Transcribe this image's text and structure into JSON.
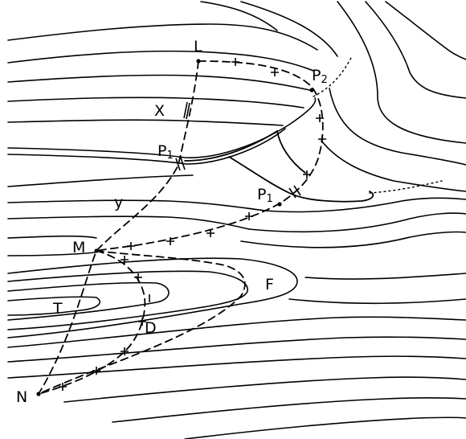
{
  "labels": {
    "L": "L",
    "P2": "P",
    "P2_sub": "2",
    "X": "X",
    "P1_left": "P",
    "P1_left_sub": "1",
    "P1_right": "P",
    "P1_right_sub": "1",
    "y": "y",
    "M": "M",
    "F": "F",
    "T": "T",
    "D": "D",
    "N": "N"
  },
  "colors": {
    "ink": "#000000",
    "paper": "#ffffff"
  }
}
